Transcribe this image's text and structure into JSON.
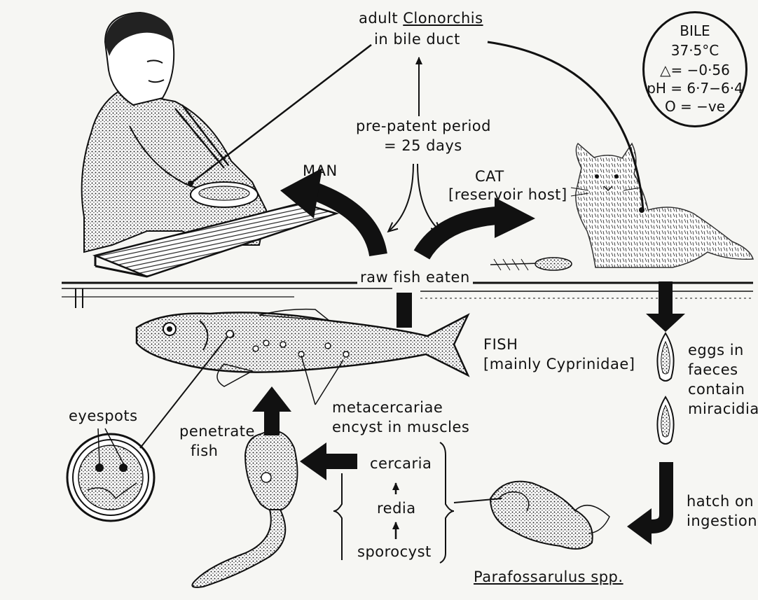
{
  "labels": {
    "adult_line1": "adult",
    "adult_genus": "Clonorchis",
    "adult_line2": "in bile duct",
    "prepatent_line1": "pre-patent period",
    "prepatent_line2": "= 25 days",
    "man": "MAN",
    "cat_line1": "CAT",
    "cat_line2": "[reservoir host]",
    "raw_fish": "raw fish eaten",
    "fish_line1": "FISH",
    "fish_line2": "[mainly Cyprinidae]",
    "eggs_line1": "eggs in",
    "eggs_line2": "faeces",
    "eggs_line3": "contain",
    "eggs_line4": "miracidia",
    "hatch_line1": "hatch on",
    "hatch_line2": "ingestion",
    "eyespots": "eyespots",
    "penetrate_line1": "penetrate",
    "penetrate_line2": "fish",
    "meta_line1": "metacercariae",
    "meta_line2": "encyst in muscles",
    "cercaria": "cercaria",
    "redia": "redia",
    "sporocyst": "sporocyst",
    "snail": "Parafossarulus spp."
  },
  "bile": {
    "title": "BILE",
    "temp": "37·5°C",
    "delta": "△= −0·56",
    "ph": "pH = 6·7−6·4",
    "oxygen": "O = −ve"
  }
}
